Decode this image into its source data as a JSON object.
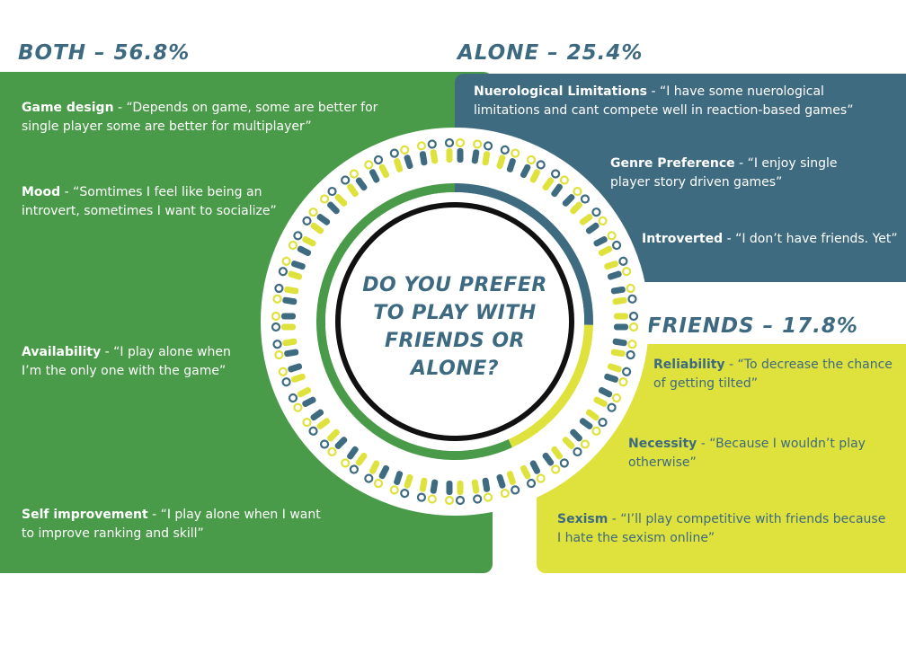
{
  "title": "Do you prefer to play with friends or alone?",
  "colors": {
    "both": "#4a9b49",
    "alone": "#3f6b80",
    "friends": "#dfe23d",
    "ring_track": "#ffffff",
    "inner_border": "#111111"
  },
  "chart_data": {
    "type": "pie",
    "title": "Do you prefer to play with friends or alone?",
    "slices": [
      {
        "name": "ALONE",
        "value": 25.4,
        "color": "#3f6b80"
      },
      {
        "name": "FRIENDS",
        "value": 17.8,
        "color": "#dfe23d"
      },
      {
        "name": "BOTH",
        "value": 56.8,
        "color": "#4a9b49"
      }
    ]
  },
  "sections": {
    "both": {
      "title": "BOTH – 56.8%",
      "reasons": [
        {
          "name": "Game design",
          "quote": " - “Depends on game, some are better for single player some are better for multiplayer”"
        },
        {
          "name": "Mood",
          "quote": " - “Somtimes I feel like being an introvert, sometimes I want to socialize”"
        },
        {
          "name": "Availability",
          "quote": " - “I play alone when I’m the only one with the game”"
        },
        {
          "name": "Self improvement",
          "quote": " - “I play alone when I want to improve ranking and skill”"
        }
      ]
    },
    "alone": {
      "title": "ALONE – 25.4%",
      "reasons": [
        {
          "name": "Nuerological Limitations",
          "quote": " - “I have some nuerological limitations and cant compete well in reaction-based games”"
        },
        {
          "name": "Genre Preference",
          "quote": " - “I enjoy single player story driven games”"
        },
        {
          "name": "Introverted",
          "quote": " - “I don’t have friends. Yet”"
        }
      ]
    },
    "friends": {
      "title": "FRIENDS – 17.8%",
      "reasons": [
        {
          "name": "Reliability",
          "quote": " - “To decrease the chance of getting tilted”"
        },
        {
          "name": "Necessity",
          "quote": " - “Because I wouldn’t play otherwise”"
        },
        {
          "name": "Sexism",
          "quote": " - “I’ll play competitive with friends because I hate the sexism online”"
        }
      ]
    }
  }
}
